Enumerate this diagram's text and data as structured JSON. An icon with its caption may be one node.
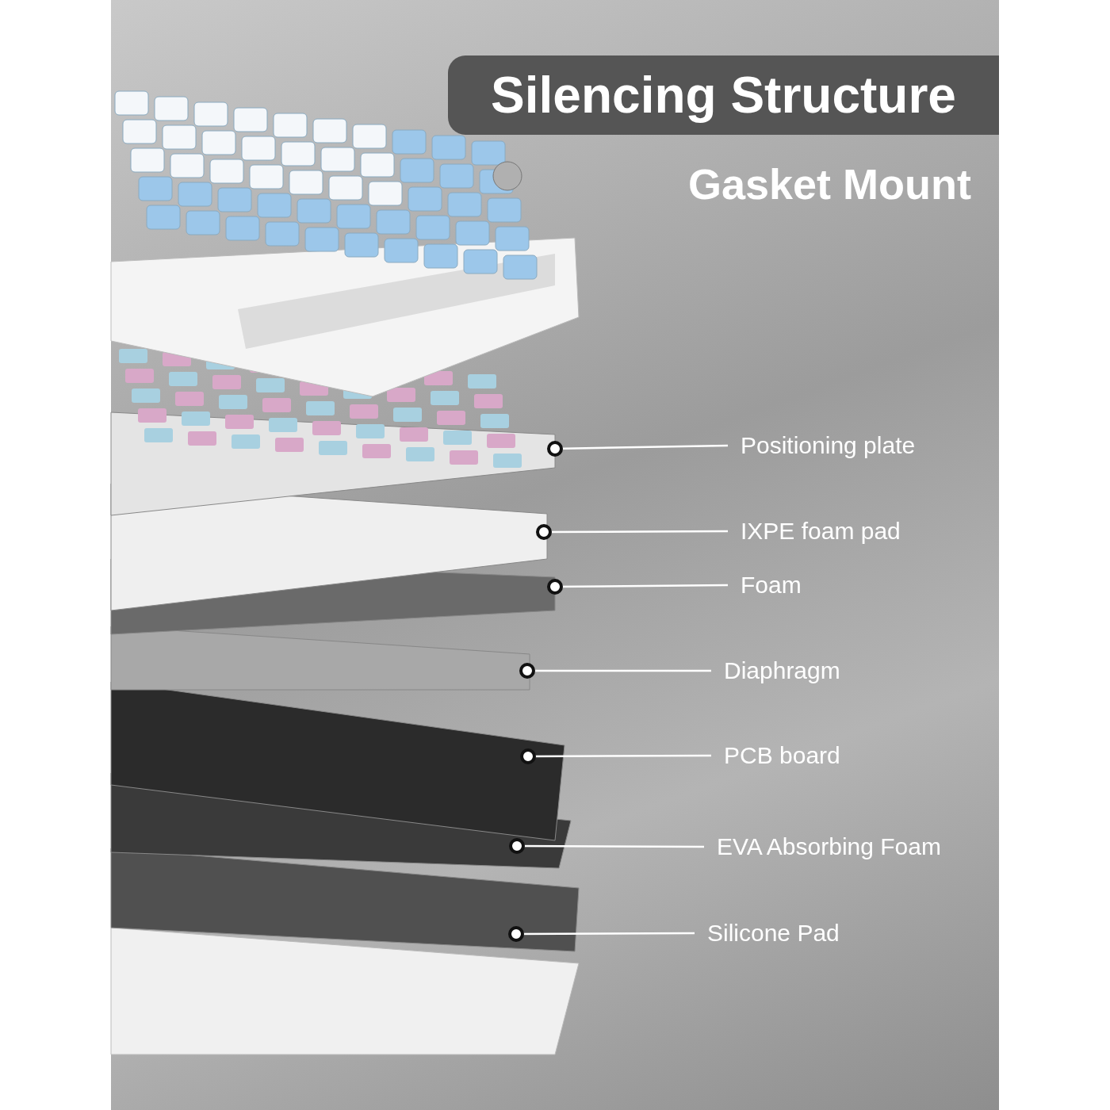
{
  "diagram": {
    "title": "Silencing Structure",
    "labels": [
      "Gasket Mount"
    ],
    "nodes": [
      {
        "text": [
          "Positioning plate"
        ]
      },
      {
        "text": [
          "IXPE foam pad"
        ]
      },
      {
        "text": [
          "Foam"
        ]
      },
      {
        "text": [
          "Diaphragm"
        ]
      },
      {
        "text": [
          "PCB board"
        ]
      },
      {
        "text": [
          "EVA Absorbing Foam"
        ]
      },
      {
        "text": [
          "Silicone Pad"
        ]
      },
      {
        "text": [],
        "shape": "box"
      },
      {
        "text": [],
        "shape": "box"
      },
      {
        "text": [],
        "shape": "box"
      },
      {
        "text": [],
        "shape": "box"
      },
      {
        "text": [],
        "shape": "box"
      },
      {
        "text": [],
        "shape": "box"
      },
      {
        "text": [],
        "shape": "box"
      }
    ],
    "edges": [
      {
        "from": 0,
        "to": 7,
        "arrow": "other"
      },
      {
        "from": 1,
        "to": 8,
        "arrow": "other"
      },
      {
        "from": 2,
        "to": 9,
        "arrow": "other"
      },
      {
        "from": 3,
        "to": 10,
        "arrow": "other"
      },
      {
        "from": 4,
        "to": 11,
        "arrow": "other"
      },
      {
        "from": 5,
        "to": 12,
        "arrow": "other"
      },
      {
        "from": 6,
        "to": 13,
        "arrow": "other"
      }
    ]
  }
}
